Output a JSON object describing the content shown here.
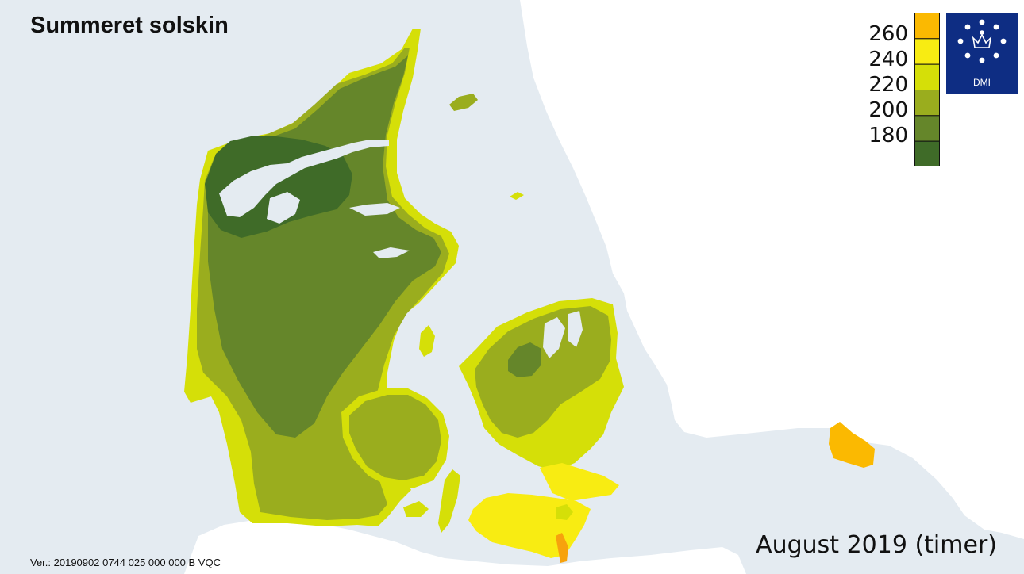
{
  "title": "Summeret solskin",
  "period_label": "August 2019 (timer)",
  "version_text": "Ver.: 20190902 0744 025 000 000 B VQC",
  "logo": {
    "text": "DMI",
    "icon": "crown-icon",
    "background": "#0e2d83"
  },
  "colors": {
    "sea": "#e4ebf1",
    "foreign_land": "#ffffff",
    "class_below_180": "#3f6b28",
    "class_180_200": "#65862a",
    "class_200_220": "#9aad1e",
    "class_220_240": "#d5df08",
    "class_240_260": "#f8ec12",
    "class_above_260": "#fbb901",
    "class_above_260_peak": "#f7a20d"
  },
  "legend": {
    "unit": "timer",
    "ticks": [
      "260",
      "240",
      "220",
      "200",
      "180"
    ],
    "classes": [
      {
        "range": "> 260",
        "color": "#fbb901"
      },
      {
        "range": "240–260",
        "color": "#f8ec12"
      },
      {
        "range": "220–240",
        "color": "#d5df08"
      },
      {
        "range": "200–220",
        "color": "#9aad1e"
      },
      {
        "range": "180–200",
        "color": "#65862a"
      },
      {
        "range": "< 180",
        "color": "#3f6b28"
      }
    ]
  }
}
